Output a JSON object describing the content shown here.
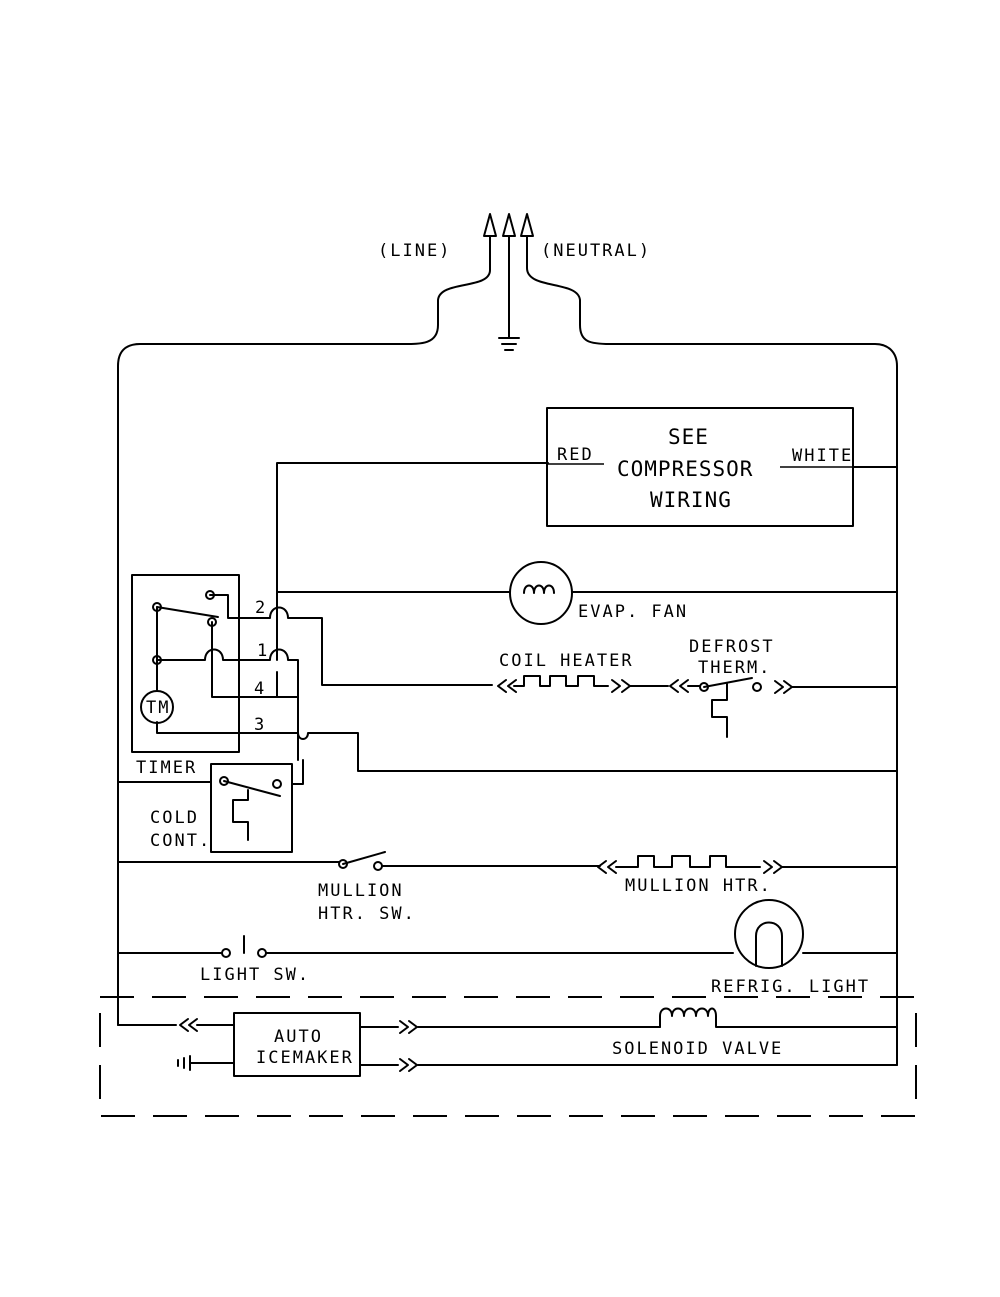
{
  "labels": {
    "line": "(LINE)",
    "neutral": "(NEUTRAL)",
    "compressor": [
      "SEE",
      "COMPRESSOR",
      "WIRING"
    ],
    "red": "RED",
    "white": "WHITE",
    "evap_fan": "EVAP. FAN",
    "coil_heater": "COIL HEATER",
    "defrost_therm": [
      "DEFROST",
      "THERM."
    ],
    "timer": "TIMER",
    "timer_motor": "TM",
    "terminals": [
      "2",
      "1",
      "4",
      "3"
    ],
    "cold_cont": [
      "COLD",
      "CONT."
    ],
    "mullion_htr_sw": [
      "MULLION",
      "HTR. SW."
    ],
    "mullion_htr": "MULLION HTR.",
    "light_sw": "LIGHT SW.",
    "refrig_light": "REFRIG. LIGHT",
    "auto_icemaker": [
      "AUTO",
      "ICEMAKER"
    ],
    "solenoid_valve": "SOLENOID VALVE"
  }
}
